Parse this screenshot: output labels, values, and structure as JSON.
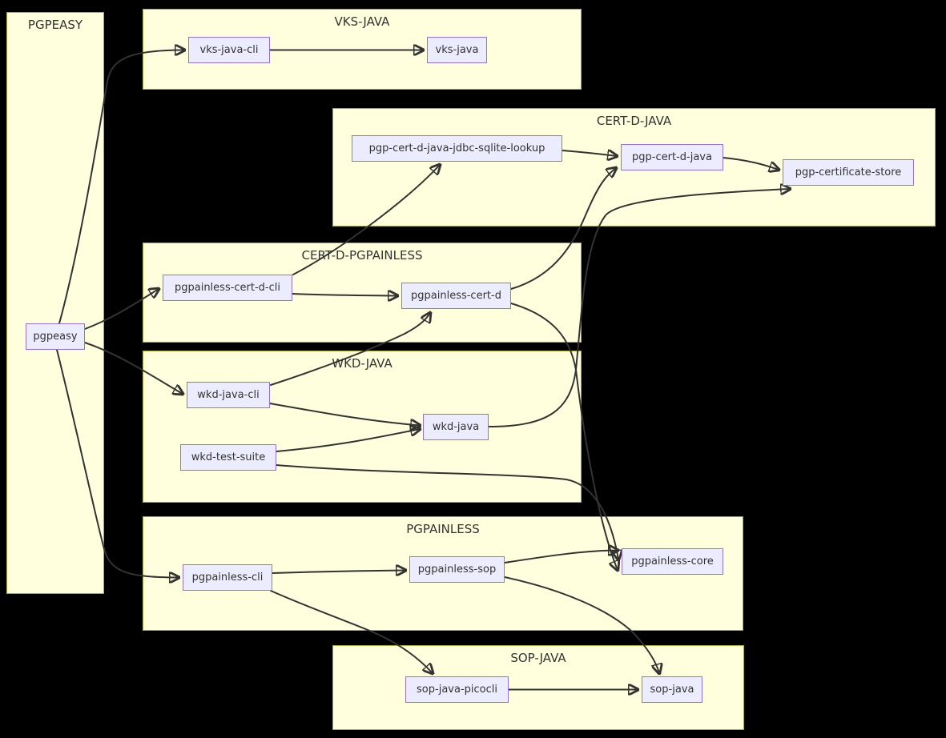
{
  "diagram": {
    "type": "dependency-flowchart",
    "background": "#000000",
    "colors": {
      "group_fill": "#ffffde",
      "group_border": "#aaaa33",
      "node_fill": "#ececff",
      "node_border": "#9370db",
      "edge": "#333333",
      "text": "#333333"
    },
    "groups": [
      {
        "label": "PGPEASY"
      },
      {
        "label": "VKS-JAVA"
      },
      {
        "label": "CERT-D-JAVA"
      },
      {
        "label": "CERT-D-PGPAINLESS"
      },
      {
        "label": "WKD-JAVA"
      },
      {
        "label": "PGPAINLESS"
      },
      {
        "label": "SOP-JAVA"
      }
    ],
    "nodes": [
      {
        "id": "pgpeasy",
        "label": "pgpeasy",
        "group": "PGPEASY"
      },
      {
        "id": "vks-java-cli",
        "label": "vks-java-cli",
        "group": "VKS-JAVA"
      },
      {
        "id": "vks-java",
        "label": "vks-java",
        "group": "VKS-JAVA"
      },
      {
        "id": "pgp-cert-d-java-jdbc-sqlite-lookup",
        "label": "pgp-cert-d-java-jdbc-sqlite-lookup",
        "group": "CERT-D-JAVA"
      },
      {
        "id": "pgp-cert-d-java",
        "label": "pgp-cert-d-java",
        "group": "CERT-D-JAVA"
      },
      {
        "id": "pgp-certificate-store",
        "label": "pgp-certificate-store",
        "group": "CERT-D-JAVA"
      },
      {
        "id": "pgpainless-cert-d-cli",
        "label": "pgpainless-cert-d-cli",
        "group": "CERT-D-PGPAINLESS"
      },
      {
        "id": "pgpainless-cert-d",
        "label": "pgpainless-cert-d",
        "group": "CERT-D-PGPAINLESS"
      },
      {
        "id": "wkd-java-cli",
        "label": "wkd-java-cli",
        "group": "WKD-JAVA"
      },
      {
        "id": "wkd-java",
        "label": "wkd-java",
        "group": "WKD-JAVA"
      },
      {
        "id": "wkd-test-suite",
        "label": "wkd-test-suite",
        "group": "WKD-JAVA"
      },
      {
        "id": "pgpainless-cli",
        "label": "pgpainless-cli",
        "group": "PGPAINLESS"
      },
      {
        "id": "pgpainless-sop",
        "label": "pgpainless-sop",
        "group": "PGPAINLESS"
      },
      {
        "id": "pgpainless-core",
        "label": "pgpainless-core",
        "group": "PGPAINLESS"
      },
      {
        "id": "sop-java-picocli",
        "label": "sop-java-picocli",
        "group": "SOP-JAVA"
      },
      {
        "id": "sop-java",
        "label": "sop-java",
        "group": "SOP-JAVA"
      }
    ],
    "edges": [
      {
        "from": "pgpeasy",
        "to": "vks-java-cli"
      },
      {
        "from": "pgpeasy",
        "to": "pgpainless-cert-d-cli"
      },
      {
        "from": "pgpeasy",
        "to": "wkd-java-cli"
      },
      {
        "from": "pgpeasy",
        "to": "pgpainless-cli"
      },
      {
        "from": "vks-java-cli",
        "to": "vks-java"
      },
      {
        "from": "pgp-cert-d-java-jdbc-sqlite-lookup",
        "to": "pgp-cert-d-java"
      },
      {
        "from": "pgp-cert-d-java",
        "to": "pgp-certificate-store"
      },
      {
        "from": "pgpainless-cert-d-cli",
        "to": "pgp-cert-d-java-jdbc-sqlite-lookup"
      },
      {
        "from": "pgpainless-cert-d-cli",
        "to": "pgpainless-cert-d"
      },
      {
        "from": "pgpainless-cert-d",
        "to": "pgp-cert-d-java"
      },
      {
        "from": "pgpainless-cert-d",
        "to": "pgpainless-core"
      },
      {
        "from": "wkd-java-cli",
        "to": "pgpainless-cert-d"
      },
      {
        "from": "wkd-java-cli",
        "to": "wkd-java"
      },
      {
        "from": "wkd-test-suite",
        "to": "wkd-java"
      },
      {
        "from": "wkd-test-suite",
        "to": "pgpainless-core"
      },
      {
        "from": "wkd-java",
        "to": "pgp-certificate-store"
      },
      {
        "from": "pgpainless-cli",
        "to": "pgpainless-sop"
      },
      {
        "from": "pgpainless-sop",
        "to": "pgpainless-core"
      },
      {
        "from": "pgpainless-sop",
        "to": "sop-java"
      },
      {
        "from": "pgpainless-cli",
        "to": "sop-java-picocli"
      },
      {
        "from": "sop-java-picocli",
        "to": "sop-java"
      }
    ]
  }
}
